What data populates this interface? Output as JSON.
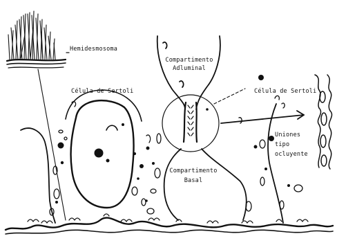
{
  "labels": {
    "hemidesmosome": "Hemidesmosoma",
    "sertoli_left": "Célula de Sertoli",
    "adluminal_line1": "Compartimento",
    "adluminal_line2": "Adluminal",
    "sertoli_right": "Célula de Sertoli",
    "basal_line1": "Compartimento",
    "basal_line2": "Basal",
    "junctions_line1": "Uniones",
    "junctions_line2": "tipo",
    "junctions_line3": "ocluyente"
  },
  "colors": {
    "ink": "#111111",
    "background": "#ffffff"
  }
}
